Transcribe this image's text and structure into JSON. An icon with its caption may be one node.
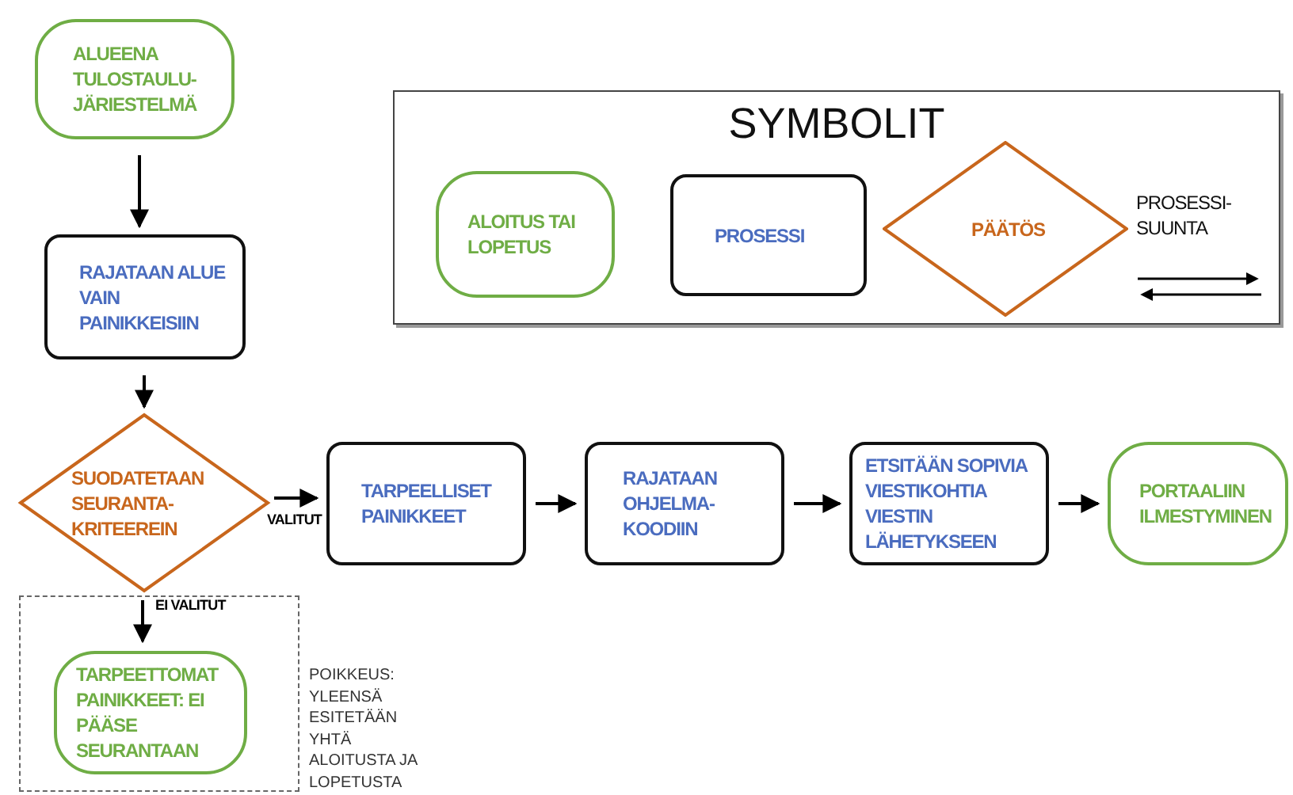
{
  "diagram": {
    "nodes": [
      {
        "text": [
          "ALUEENA TULOSTAULU- JÄRIESTELMÄ"
        ]
      },
      {
        "text": [
          "RAJATAAN ALUE VAIN PAINIKKEISIIN"
        ]
      },
      {
        "text": [
          "SUODATETAAN SEURANTA- KRITEEREIN"
        ]
      },
      {
        "text": [
          "TARPEELLISET PAINIKKEET"
        ]
      },
      {
        "text": [
          "RAJATAAN OHJELMA- KOODIIN"
        ]
      },
      {
        "text": [
          "ETSITÄÄN SOPIVIA VIESTIKOHTIA VIESTIN LÄHETYKSEEN"
        ]
      },
      {
        "text": [
          "PORTAALIIN ILMESTYMINEN"
        ]
      },
      {
        "text": [],
        "shape": "box",
        "beside": [
          "POIKKEUS: YLEENSÄ ESITETÄÄN YHTÄ ALOITUSTA JA LOPETUSTA"
        ]
      },
      {
        "text": [
          "TARPEETTOMAT PAINIKKEET: EI PÄÄSE SEURANTAAN"
        ],
        "in": 7
      }
    ],
    "edges": [
      {
        "from": 0,
        "to": 1,
        "arrow": "to"
      },
      {
        "from": 1,
        "to": 2,
        "arrow": "to"
      },
      {
        "from": 2,
        "to": 3,
        "arrow": "to",
        "label": "VALITUT"
      },
      {
        "from": 3,
        "to": 4,
        "arrow": "to"
      },
      {
        "from": 4,
        "to": 5,
        "arrow": "to"
      },
      {
        "from": 5,
        "to": 6,
        "arrow": "to"
      },
      {
        "from": 2,
        "to": 8,
        "arrow": "to",
        "label": "EI VALITUT"
      }
    ],
    "labels": [
      "SYMBOLIT"
    ],
    "legend": [
      {
        "text": "ALOITUS TAI LOPETUS"
      },
      {
        "text": "PROSESSI"
      },
      {
        "text": "PÄÄTÖS"
      },
      {
        "text": "PROSESSI- SUUNTA"
      }
    ]
  }
}
